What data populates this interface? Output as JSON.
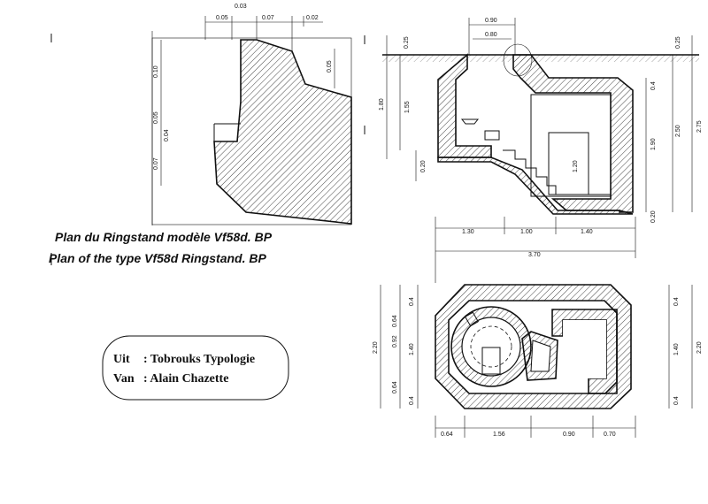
{
  "caption": {
    "fr": "Plan du Ringstand modèle Vf58d. BP",
    "en": "Plan of the type Vf58d Ringstand. BP"
  },
  "source": {
    "line1_key": "Uit",
    "line1_val": ": Tobrouks Typologie",
    "line2_key": "Van",
    "line2_val": ": Alain Chazette"
  },
  "detail_dims": {
    "top_a": "0.03",
    "top_b": "0.05",
    "top_c": "0.07",
    "top_d": "0.02",
    "left_a": "0.10",
    "left_b": "0.05",
    "left_c": "0.04",
    "left_d": "0.07",
    "right_a": "0.05"
  },
  "section_dims": {
    "top_outer": "0.90",
    "top_inner": "0.80",
    "left_top": "0.25",
    "right_top": "0.25",
    "left_a": "1.80",
    "left_b": "1.55",
    "left_c": "0.20",
    "right_a": "0.4",
    "right_b": "1.90",
    "right_c": "2.50",
    "right_d": "2.75",
    "right_e": "0.20",
    "inner_h": "1.20",
    "bottom_a": "1.30",
    "bottom_b": "1.00",
    "bottom_c": "1.40",
    "bottom_total": "3.70"
  },
  "plan_dims": {
    "left_a": "0.64",
    "left_b": "0.4",
    "left_c": "2.20",
    "left_d": "0.92",
    "left_e": "1.40",
    "left_f": "0.64",
    "left_g": "0.4",
    "right_a": "0.4",
    "right_b": "1.40",
    "right_c": "0.4",
    "right_total": "2.20",
    "bottom_a": "0.64",
    "bottom_b": "1.56",
    "bottom_c": "0.90",
    "bottom_d": "0.70"
  }
}
